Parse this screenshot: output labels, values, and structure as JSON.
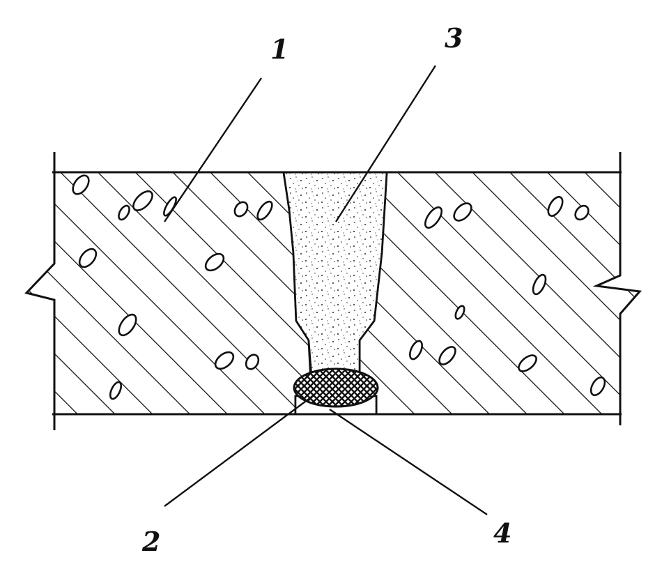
{
  "figure": {
    "labels": {
      "slab": "1",
      "seal_strip": "2",
      "filler": "3",
      "backing": "4"
    },
    "colors": {
      "ink": "#111111",
      "paper": "#ffffff"
    }
  }
}
